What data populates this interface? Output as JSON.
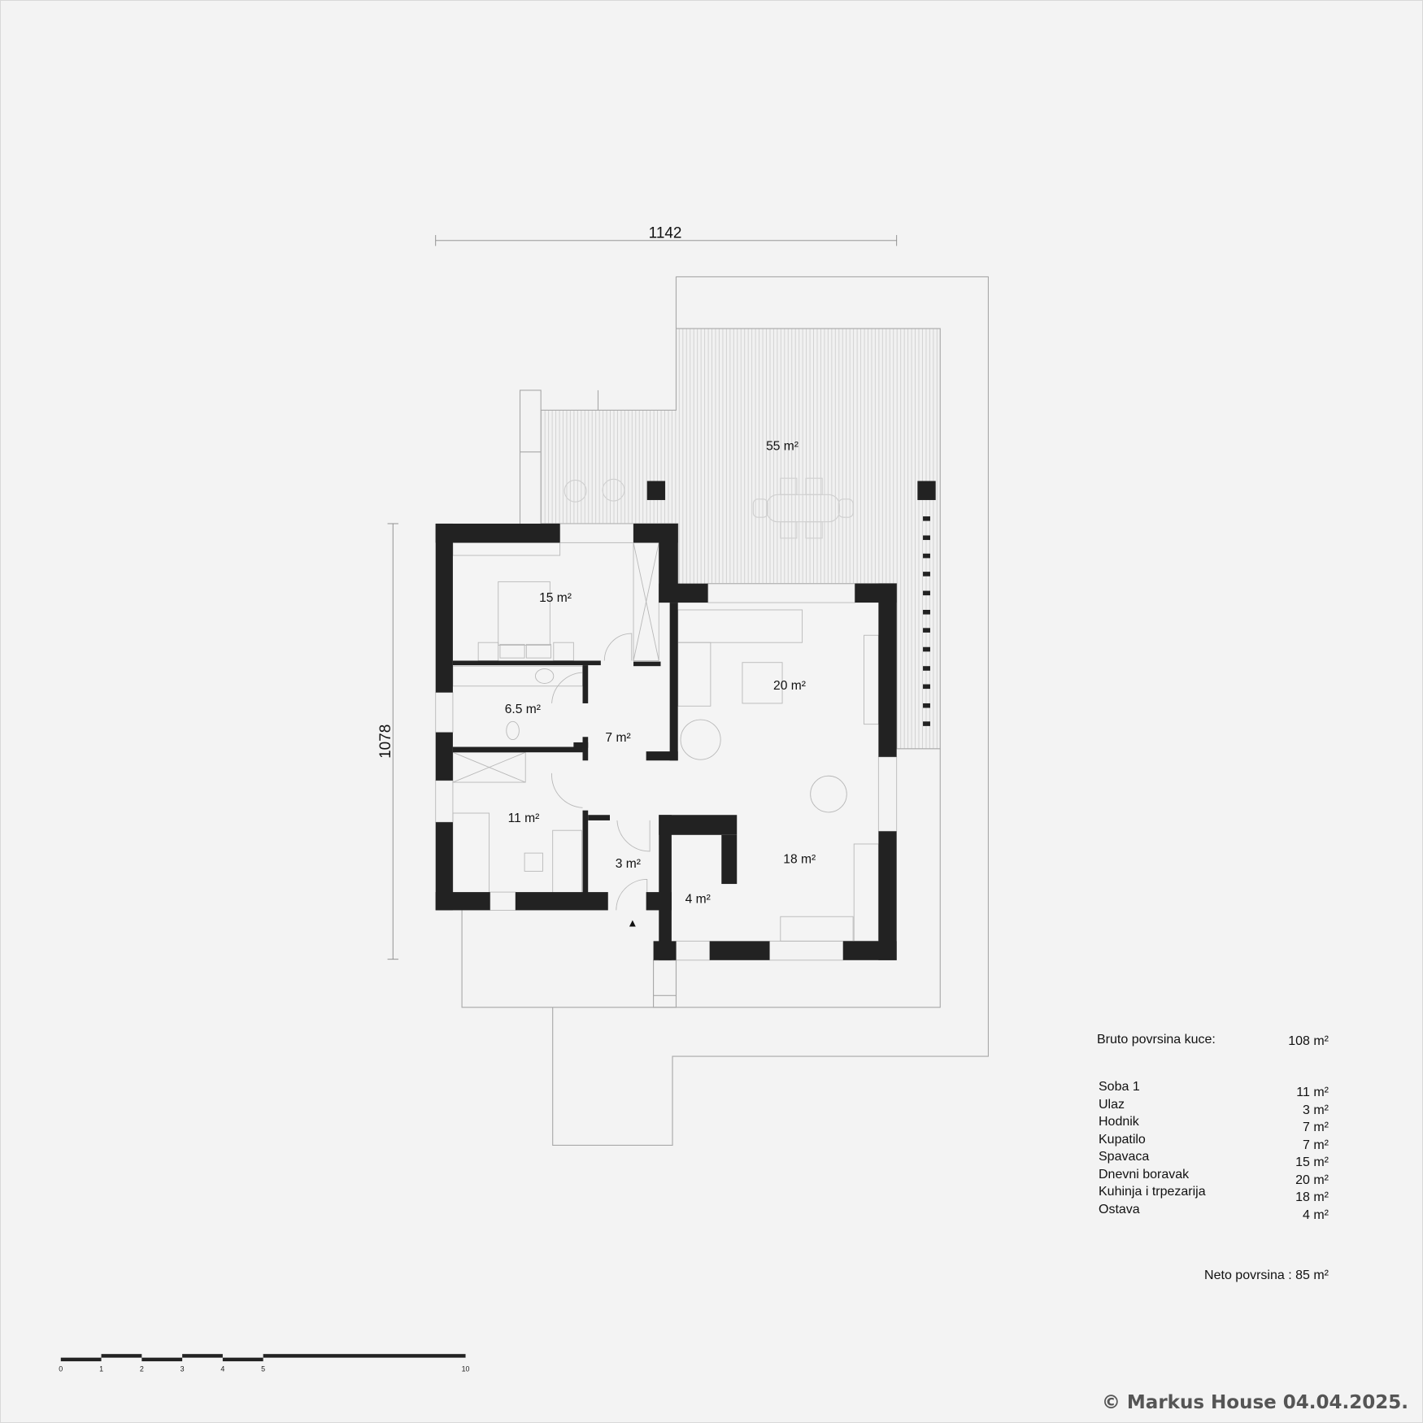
{
  "dimensions": {
    "width_label": "1142",
    "depth_label": "1078"
  },
  "rooms": {
    "terrace": "55 m²",
    "bedroom": "15 m²",
    "bathroom": "6.5 m²",
    "hallway": "7 m²",
    "room1": "11 m²",
    "entrance": "3 m²",
    "pantry": "4 m²",
    "living": "20 m²",
    "kitchen": "18 m²"
  },
  "areas": {
    "bruto_label": "Bruto povrsina kuce:",
    "bruto_value": "108 m²",
    "items": [
      {
        "name": "Soba 1",
        "value": "11 m²"
      },
      {
        "name": "Ulaz",
        "value": "3 m²"
      },
      {
        "name": "Hodnik",
        "value": "7 m²"
      },
      {
        "name": "Kupatilo",
        "value": "7 m²"
      },
      {
        "name": "Spavaca",
        "value": "15 m²"
      },
      {
        "name": "Dnevni boravak",
        "value": "20 m²"
      },
      {
        "name": "Kuhinja i trpezarija",
        "value": "18 m²"
      },
      {
        "name": "Ostava",
        "value": "4 m²"
      }
    ],
    "neto": "Neto povrsina : 85 m²"
  },
  "scale_bar": {
    "ticks": [
      "0",
      "1",
      "2",
      "3",
      "4",
      "5",
      "10"
    ]
  },
  "entrance_marker": "▲",
  "copyright": "© Markus House 04.04.2025.",
  "colors": {
    "wall": "#222222",
    "background": "#f3f3f3",
    "line": "#aaaaaa"
  }
}
